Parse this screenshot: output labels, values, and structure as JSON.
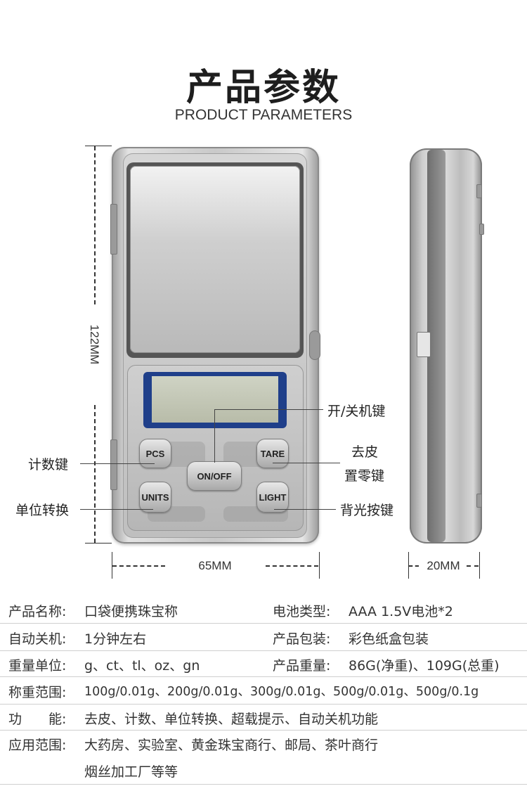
{
  "header": {
    "title_cn": "产品参数",
    "title_en": "PRODUCT PARAMETERS"
  },
  "dimensions": {
    "height": "122MM",
    "width": "65MM",
    "depth": "20MM"
  },
  "buttons": {
    "pcs": "PCS",
    "tare": "TARE",
    "onoff": "ON/OFF",
    "units": "UNITS",
    "light": "LIGHT"
  },
  "callouts": {
    "power_key": "开/关机键",
    "tare_key_line1": "去皮",
    "tare_key_line2": "置零键",
    "count_key": "计数键",
    "units_key": "单位转换",
    "light_key": "背光按键"
  },
  "specs": {
    "name_label": "产品名称:",
    "name_value": "口袋便携珠宝称",
    "battery_label": "电池类型:",
    "battery_value": "AAA 1.5V电池*2",
    "auto_off_label": "自动关机:",
    "auto_off_value": "1分钟左右",
    "package_label": "产品包装:",
    "package_value": "彩色纸盒包装",
    "unit_label": "重量单位:",
    "unit_value": "g、ct、tl、oz、gn",
    "weight_label": "产品重量:",
    "weight_value": "86G(净重)、109G(总重)",
    "range_label": "称重范围:",
    "range_value": "100g/0.01g、200g/0.01g、300g/0.01g、500g/0.01g、500g/0.1g",
    "function_label": "功　　能:",
    "function_value": "去皮、计数、单位转换、超载提示、自动关机功能",
    "apply_label": "应用范围:",
    "apply_value_line1": "大药房、实验室、黄金珠宝商行、邮局、茶叶商行",
    "apply_value_line2": "烟丝加工厂等等"
  }
}
